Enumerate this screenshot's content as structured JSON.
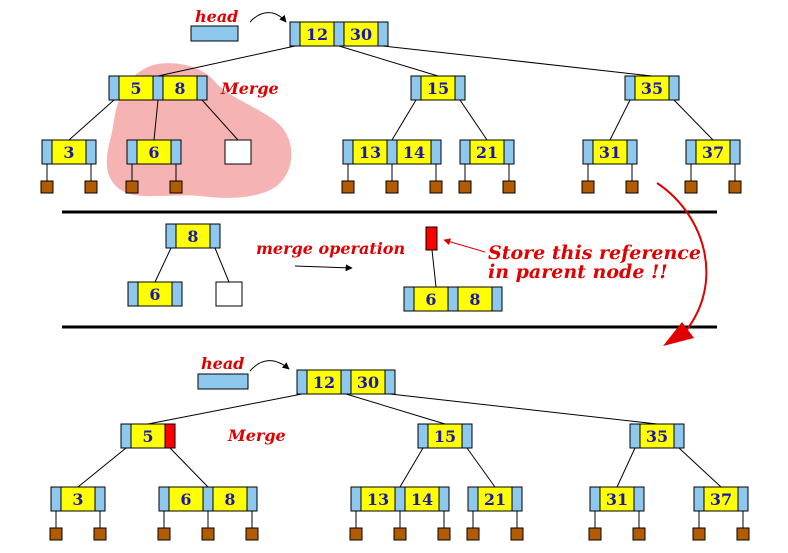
{
  "colors": {
    "key_fill": "#ffff00",
    "pointer_fill": "#8ec8ee",
    "leaf_fill": "#b35b00",
    "highlight": "#ff0000",
    "merge_blob": "#f6b3b3",
    "text": "#1a1aa8",
    "label": "#e00000"
  },
  "labels": {
    "head_top": "head",
    "head_bottom": "head",
    "merge_top": "Merge",
    "merge_bottom": "Merge",
    "merge_operation": "merge operation",
    "store_line1": "Store this reference",
    "store_line2": "in parent node !!"
  },
  "top_tree": {
    "root": [
      "12",
      "30"
    ],
    "level1": [
      [
        "5",
        "8"
      ],
      [
        "15"
      ],
      [
        "35"
      ]
    ],
    "leaves": [
      [
        "3"
      ],
      [
        "6"
      ],
      [],
      [
        "13",
        "14"
      ],
      [
        "21"
      ],
      [
        "31"
      ],
      [
        "37"
      ]
    ]
  },
  "middle": {
    "parent": [
      "8"
    ],
    "left_child": [
      "6"
    ],
    "merged": [
      "6",
      "8"
    ]
  },
  "bottom_tree": {
    "root": [
      "12",
      "30"
    ],
    "level1": [
      [
        "5"
      ],
      [
        "15"
      ],
      [
        "35"
      ]
    ],
    "leaves": [
      [
        "3"
      ],
      [
        "6",
        "8"
      ],
      [
        "13",
        "14"
      ],
      [
        "21"
      ],
      [
        "31"
      ],
      [
        "37"
      ]
    ]
  }
}
